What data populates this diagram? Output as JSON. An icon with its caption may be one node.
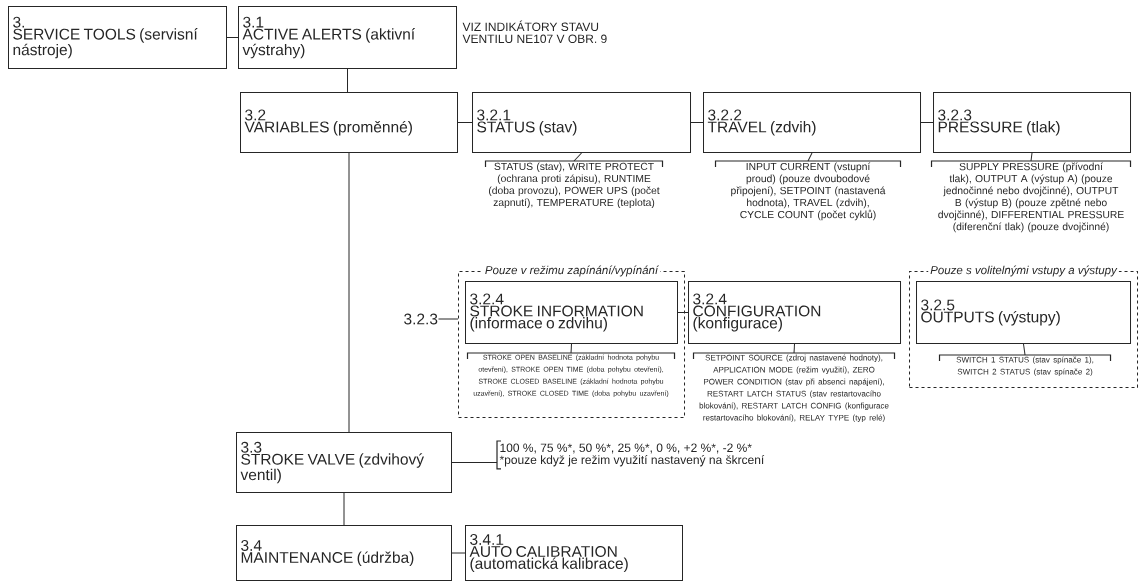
{
  "diagram": {
    "nodes": [
      {
        "text": [
          "3.",
          "SERVICE TOOLS (servisní nástroje)"
        ]
      },
      {
        "text": [
          "3.1",
          "ACTIVE ALERTS (aktivní výstrahy)"
        ],
        "beside": [
          "VIZ INDIKÁTORY STAVU VENTILU NE107 V OBR. 9"
        ]
      },
      {
        "text": [
          "3.2",
          "VARIABLES (proměnné)"
        ]
      },
      {
        "text": [
          "3.2.1",
          "STATUS (stav)"
        ]
      },
      {
        "text": [
          "STATUS (stav), WRITE PROTECT (ochrana proti zápisu), RUNTIME (doba provozu), POWER UPS (počet zapnutí), TEMPERATURE (teplota)"
        ]
      },
      {
        "text": [
          "3.2.2",
          "TRAVEL (zdvih)"
        ]
      },
      {
        "text": [
          "INPUT CURRENT (vstupní proud) (pouze dvoubodové připojení), SETPOINT (nastavená hodnota), TRAVEL (zdvih), CYCLE COUNT (počet cyklů)"
        ]
      },
      {
        "text": [
          "3.2.3",
          "PRESSURE (tlak)"
        ]
      },
      {
        "text": [
          "SUPPLY PRESSURE (přívodní tlak), OUTPUT A (výstup A) (pouze jednočinné nebo dvojčinné), OUTPUT B (výstup B) (pouze zpětné nebo dvojčinné), DIFFERENTIAL PRESSURE (diferenční tlak) (pouze dvojčinné)"
        ]
      },
      {
        "text": [
          "Pouze v režimu zapínání/vypínání"
        ]
      },
      {
        "text": [
          "3.2.4",
          "STROKE INFORMATION (informace o zdvihu)"
        ],
        "in": 9
      },
      {
        "text": [
          "STROKE OPEN BASELINE (základní hodnota pohybu otevření), STROKE OPEN TIME (doba pohybu otevření), STROKE CLOSED BASELINE (základní hodnota pohybu uzavření), STROKE CLOSED TIME (doba pohybu uzavření)"
        ],
        "in": 9
      },
      {
        "text": [
          "3.2.4",
          "CONFIGURATION (konfigurace)"
        ]
      },
      {
        "text": [
          "SETPOINT SOURCE (zdroj nastavené hodnoty), APPLICATION MODE (režim využití), ZERO POWER CONDITION (stav při absenci napájení), RESTART LATCH STATUS (stav restartovacího blokování), RESTART LATCH CONFIG (konfigurace restartovacího blokování), RELAY TYPE (typ relé)"
        ]
      },
      {
        "text": [
          "Pouze s volitelnými vstupy a výstupy"
        ]
      },
      {
        "text": [
          "3.2.5",
          "OUTPUTS (výstupy)"
        ],
        "in": 14
      },
      {
        "text": [
          "SWITCH 1 STATUS (stav spínače 1), SWITCH 2 STATUS (stav spínače 2)"
        ],
        "in": 14
      },
      {
        "text": [
          "3.3",
          "STROKE VALVE (zdvihový ventil)"
        ]
      },
      {
        "text": [
          "100 %, 75 %*,",
          "50 %*,",
          "25 %*, 0 %,",
          "+2 %*,",
          "-2 %*",
          "*pouze když je režim využití nastavený na škrcení"
        ]
      },
      {
        "text": [
          "3.4",
          "MAINTENANCE (údržba)"
        ]
      },
      {
        "text": [
          "3.4.1",
          "AUTO CALIBRATION (automatická kalibrace)"
        ]
      },
      {
        "text": [
          "3.2.3"
        ]
      }
    ],
    "edges": [
      {
        "from": 0,
        "to": 1,
        "arrow": "none"
      },
      {
        "from": 1,
        "to": 2,
        "arrow": "none"
      },
      {
        "from": 2,
        "to": 3,
        "arrow": "none"
      },
      {
        "from": 3,
        "to": 5,
        "arrow": "none"
      },
      {
        "from": 5,
        "to": 7,
        "arrow": "none"
      },
      {
        "from": 3,
        "to": 4,
        "arrow": "none"
      },
      {
        "from": 5,
        "to": 6,
        "arrow": "none"
      },
      {
        "from": 7,
        "to": 8,
        "arrow": "none"
      },
      {
        "from": 21,
        "to": 9,
        "arrow": "none"
      },
      {
        "from": 10,
        "to": 12,
        "arrow": "none"
      },
      {
        "from": 10,
        "to": 11,
        "arrow": "none"
      },
      {
        "from": 12,
        "to": 13,
        "arrow": "none"
      },
      {
        "from": 15,
        "to": 16,
        "arrow": "none"
      },
      {
        "from": 2,
        "to": 17,
        "arrow": "none"
      },
      {
        "from": 17,
        "to": 18,
        "arrow": "none"
      },
      {
        "from": 17,
        "to": 19,
        "arrow": "none"
      },
      {
        "from": 19,
        "to": 20,
        "arrow": "none"
      }
    ]
  }
}
